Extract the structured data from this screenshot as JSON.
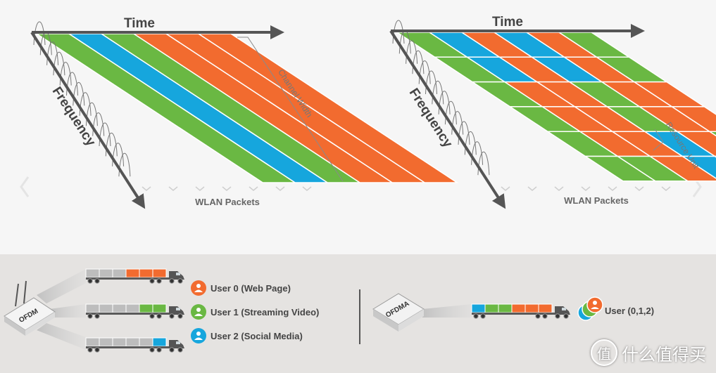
{
  "colors": {
    "green": "#6ab843",
    "blue": "#16a6dd",
    "orange": "#f26b2f",
    "axis": "#555555",
    "panel": "#e5e3e1",
    "truck": "#bdbdbd"
  },
  "ofdm_diagram": {
    "time_label": "Time",
    "frequency_label": "Frequency",
    "bracket_label": "Channel Width",
    "packets_label": "WLAN Packets",
    "stripes": [
      "green",
      "blue",
      "green",
      "orange",
      "orange",
      "orange"
    ]
  },
  "ofdma_diagram": {
    "time_label": "Time",
    "frequency_label": "Frequency",
    "bracket_label": "Resource Unit",
    "packets_label": "WLAN Packets",
    "grid": [
      [
        "green",
        "blue",
        "orange",
        "blue",
        "orange",
        "green"
      ],
      [
        "green",
        "blue",
        "orange",
        "blue",
        "orange",
        "green"
      ],
      [
        "green",
        "orange",
        "orange",
        "green",
        "orange",
        "orange"
      ],
      [
        "green",
        "orange",
        "orange",
        "green",
        "orange",
        "orange"
      ],
      [
        "green",
        "orange",
        "orange",
        "blue",
        "orange",
        "green"
      ],
      [
        "green",
        "green",
        "orange",
        "blue",
        "orange",
        "orange"
      ]
    ]
  },
  "bottom_panel": {
    "ofdm_router_label": "OFDM",
    "ofdma_router_label": "OFDMA",
    "users": [
      {
        "label": "User 0 (Web Page)",
        "color": "orange"
      },
      {
        "label": "User 1 (Streaming Video)",
        "color": "green"
      },
      {
        "label": "User 2 (Social Media)",
        "color": "blue"
      }
    ],
    "combined_user_label": "User (0,1,2)"
  },
  "watermark": {
    "icon": "值",
    "text": "什么值得买"
  }
}
